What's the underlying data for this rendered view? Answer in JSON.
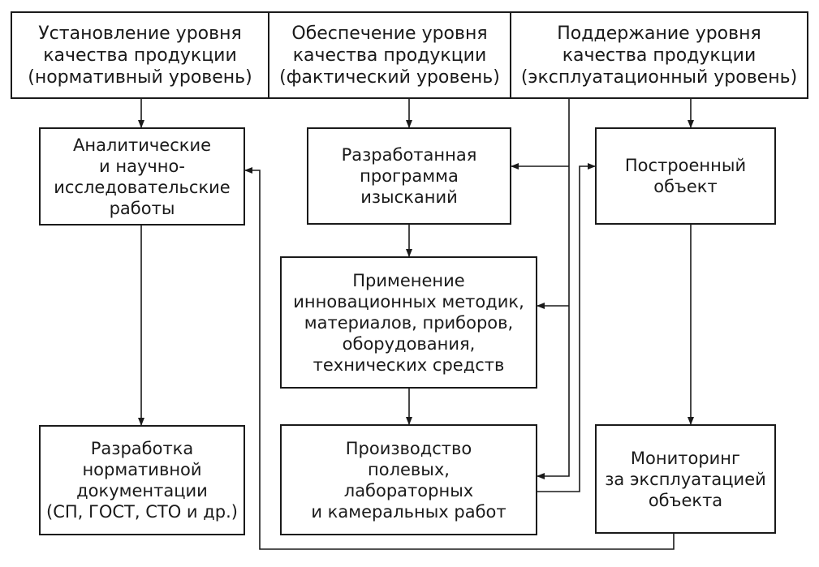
{
  "header": [
    {
      "lines": [
        "Установление уровня",
        "качества продукции",
        "(нормативный уровень)"
      ]
    },
    {
      "lines": [
        "Обеспечение уровня",
        "качества продукции",
        "(фактический уровень)"
      ]
    },
    {
      "lines": [
        "Поддержание уровня",
        "качества продукции",
        "(эксплуатационный уровень)"
      ]
    }
  ],
  "left": {
    "research": {
      "lines": [
        "Аналитические",
        "и научно-",
        "исследовательские",
        "работы"
      ]
    },
    "normative": {
      "lines": [
        "Разработка",
        "нормативной",
        "документации",
        "(СП, ГОСТ, СТО и др.)"
      ]
    }
  },
  "center": {
    "program": {
      "lines": [
        "Разработанная",
        "программа",
        "изысканий"
      ]
    },
    "innovation": {
      "lines": [
        "Применение",
        "инновационных методик,",
        "материалов, приборов,",
        "оборудования,",
        "технических средств"
      ]
    },
    "production": {
      "lines": [
        "Производство",
        "полевых,",
        "лабораторных",
        "и камеральных работ"
      ]
    }
  },
  "right": {
    "object": {
      "lines": [
        "Построенный",
        "объект"
      ]
    },
    "monitoring": {
      "lines": [
        "Мониторинг",
        "за эксплуатацией",
        "объекта"
      ]
    }
  }
}
